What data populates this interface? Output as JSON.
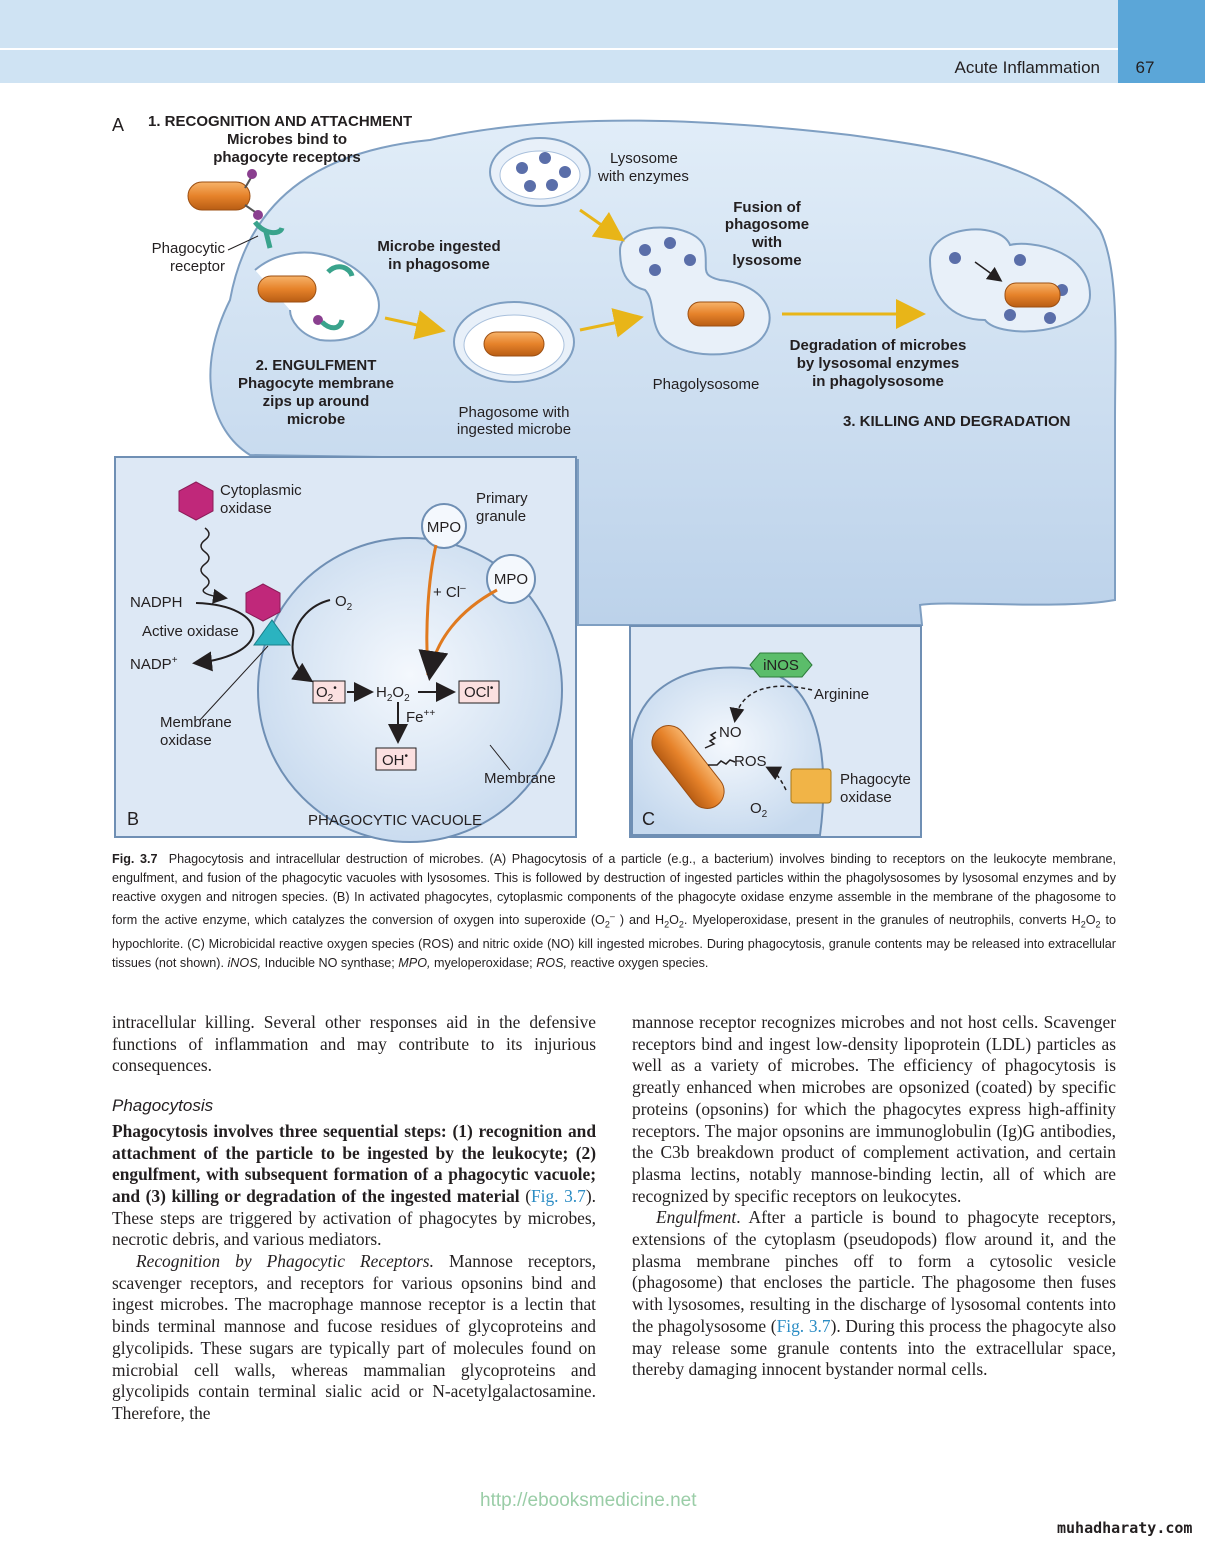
{
  "header": {
    "running_title": "Acute Inflammation",
    "page_number": "67"
  },
  "figure": {
    "panel_a": {
      "letter": "A",
      "step1_title": "1. RECOGNITION AND ATTACHMENT",
      "step1_line1": "Microbes bind to",
      "step1_line2": "phagocyte receptors",
      "phagocytic_receptor_1": "Phagocytic",
      "phagocytic_receptor_2": "receptor",
      "microbe_ingested_1": "Microbe ingested",
      "microbe_ingested_2": "in phagosome",
      "lysosome_1": "Lysosome",
      "lysosome_2": "with enzymes",
      "fusion_1": "Fusion of",
      "fusion_2": "phagosome",
      "fusion_3": "with",
      "fusion_4": "lysosome",
      "engulf_title": "2. ENGULFMENT",
      "engulf_1": "Phagocyte membrane",
      "engulf_2": "zips up around",
      "engulf_3": "microbe",
      "phagosome_1": "Phagosome with",
      "phagosome_2": "ingested microbe",
      "phagolysosome": "Phagolysosome",
      "degradation_1": "Degradation of microbes",
      "degradation_2": "by lysosomal enzymes",
      "degradation_3": "in phagolysosome",
      "step3_title": "3. KILLING AND DEGRADATION"
    },
    "panel_b": {
      "letter": "B",
      "cyto_1": "Cytoplasmic",
      "cyto_2": "oxidase",
      "primary_1": "Primary",
      "primary_2": "granule",
      "mpo": "MPO",
      "nadph": "NADPH",
      "o2": "O",
      "active_oxidase": "Active oxidase",
      "nadp": "NADP",
      "cl": "+ Cl",
      "superoxide": "O",
      "h2o2": "H",
      "ocl": "OCl",
      "fe": "Fe",
      "oh": "OH",
      "membrane_oxidase_1": "Membrane",
      "membrane_oxidase_2": "oxidase",
      "membrane": "Membrane",
      "vacuole": "PHAGOCYTIC VACUOLE"
    },
    "panel_c": {
      "letter": "C",
      "inos": "iNOS",
      "arginine": "Arginine",
      "no": "NO",
      "ros": "ROS",
      "o2": "O",
      "phagocyte_oxidase_1": "Phagocyte",
      "phagocyte_oxidase_2": "oxidase"
    }
  },
  "caption": {
    "label": "Fig. 3.7",
    "text_1": "Phagocytosis and intracellular destruction of microbes. (A) Phagocytosis of a particle (e.g., a bacterium) involves binding to receptors on the leukocyte membrane, engulfment, and fusion of the phagocytic vacuoles with lysosomes. This is followed by destruction of ingested particles within the phagolysosomes by lysosomal enzymes and by reactive oxygen and nitrogen species. (B) In activated phagocytes, cytoplasmic components of the phagocyte oxidase enzyme assemble in the membrane of the phagosome to form the active enzyme, which catalyzes the conversion of oxygen into superoxide (O",
    "text_2": ") and H",
    "text_3": ". Myeloperoxidase, present in the granules of neutrophils, converts H",
    "text_4": " to hypochlorite. (C) Microbicidal reactive oxygen species (ROS) and nitric oxide (NO) kill ingested microbes. During phagocytosis, granule contents may be released into extracellular tissues (not shown). ",
    "abbr_inos": "iNOS,",
    "def_inos": " Inducible NO synthase; ",
    "abbr_mpo": "MPO,",
    "def_mpo": " myeloperoxidase; ",
    "abbr_ros": "ROS,",
    "def_ros": " reactive oxygen species."
  },
  "left_column": {
    "para1": "intracellular killing. Several other responses aid in the defensive functions of inflammation and may contribute to its injurious consequences.",
    "subhead": "Phagocytosis",
    "bold_lead": "Phagocytosis involves three sequential steps: (1) recognition and attachment of the particle to be ingested by the leukocyte; (2) engulfment, with subsequent formation of a phagocytic vacuole; and (3) killing or degradation of the ingested material",
    "ref_before": " (",
    "fig_ref": "Fig. 3.7",
    "after_ref": "). These steps are triggered by activation of phagocytes by microbes, necrotic debris, and various mediators.",
    "rec_heading": "Recognition by Phagocytic Receptors.",
    "rec_text": " Mannose receptors, scavenger receptors, and receptors for various opsonins bind and ingest microbes. The macrophage mannose receptor is a lectin that binds terminal mannose and fucose residues of glycoproteins and glycolipids. These sugars are typically part of molecules found on microbial cell walls, whereas mammalian glycoproteins and glycolipids contain terminal sialic acid or N-acetylgalactosamine. Therefore, the"
  },
  "right_column": {
    "para1": "mannose receptor recognizes microbes and not host cells. Scavenger receptors bind and ingest low-density lipoprotein (LDL) particles as well as a variety of microbes. The efficiency of phagocytosis is greatly enhanced when microbes are opsonized (coated) by specific proteins (opsonins) for which the phagocytes express high-affinity receptors. The major opsonins are immunoglobulin (Ig)G antibodies, the C3b breakdown product of complement activation, and certain plasma lectins, notably mannose-binding lectin, all of which are recognized by specific receptors on leukocytes.",
    "engulf_heading": "Engulfment",
    "engulf_text_1": ". After a particle is bound to phagocyte receptors, extensions of the cytoplasm (pseudopods) flow around it, and the plasma membrane pinches off to form a cytosolic vesicle (phagosome) that encloses the particle. The phagosome then fuses with lysosomes, resulting in the discharge of lysosomal contents into the phagolysosome (",
    "fig_ref": "Fig. 3.7",
    "engulf_text_2": "). During this process the phagocyte also may release some granule contents into the extracellular space, thereby damaging innocent bystander normal cells."
  },
  "footer": {
    "watermark": "http://ebooksmedicine.net",
    "site": "muhadharaty.com"
  },
  "colors": {
    "header_band": "#cfe3f3",
    "page_block": "#5ba6d8",
    "cell": "#c9dcf0",
    "microbe": "#e6822a",
    "link": "#2b8cc4"
  }
}
